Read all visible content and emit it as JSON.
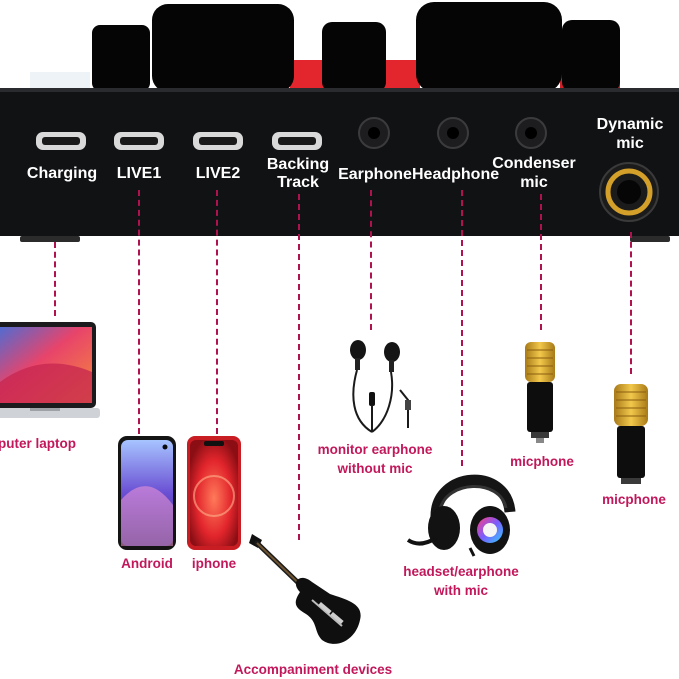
{
  "colors": {
    "device_body": "#111214",
    "knob": "#050505",
    "accent_red": "#e3262d",
    "port_label": "#ffffff",
    "caption": "#c2185b",
    "connector_line": "#b0124f",
    "gold": "#d4a02a"
  },
  "ports": {
    "charging": "Charging",
    "live1": "LIVE1",
    "live2": "LIVE2",
    "backing_line1": "Backing",
    "backing_line2": "Track",
    "earphone": "Earphone",
    "headphone": "Headphone",
    "condenser_line1": "Condenser",
    "condenser_line2": "mic",
    "dynamic_line1": "Dynamic",
    "dynamic_line2": "mic"
  },
  "captions": {
    "laptop": "puter laptop",
    "android": "Android",
    "iphone": "iphone",
    "earphone_line1": "monitor earphone",
    "earphone_line2": "without mic",
    "condenser_mic": "micphone",
    "dynamic_mic": "micphone",
    "headset_line1": "headset/earphone",
    "headset_line2": "with mic",
    "accompaniment": "Accompaniment devices"
  },
  "icons": {
    "micro_usb": "micro-usb-port-icon",
    "jack_35": "audio-jack-icon",
    "jack_635": "dynamic-mic-jack-icon",
    "laptop": "laptop-icon",
    "android_phone": "android-phone-icon",
    "iphone": "iphone-icon",
    "earphones": "earphones-icon",
    "headset": "gaming-headset-icon",
    "condenser_mic": "condenser-mic-icon",
    "guitar": "electric-guitar-icon"
  }
}
